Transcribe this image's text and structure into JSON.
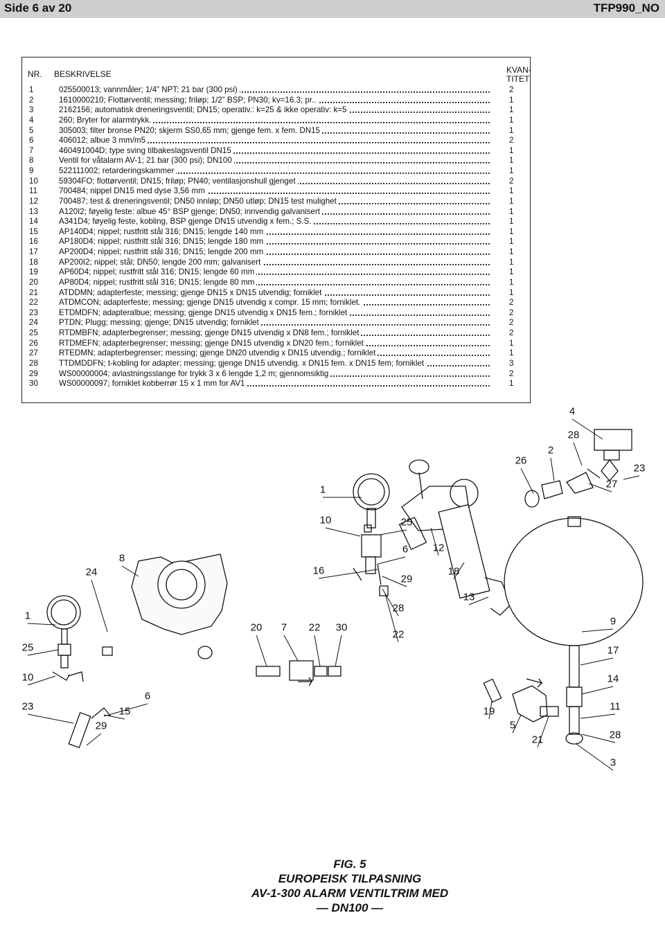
{
  "header": {
    "left": "Side 6 av 20",
    "right": "TFP990_NO"
  },
  "table": {
    "col_no": "NR.",
    "col_desc": "BESKRIVELSE",
    "col_qty_1": "KVAN-",
    "col_qty_2": "TITET",
    "rows": [
      {
        "no": "1",
        "desc": "025500013; vannmåler; 1/4” NPT; 21 bar (300 psi)",
        "qty": "2"
      },
      {
        "no": "2",
        "desc": "1610000210; Flottørventil; messing; friløp; 1/2” BSP; PN30; kv=16.3; pr..",
        "qty": "1"
      },
      {
        "no": "3",
        "desc": "2162156; automatisk dreneringsventil; DN15; operativ.: k=25 & ikke operativ: k=5",
        "qty": "1"
      },
      {
        "no": "4",
        "desc": "260; Bryter for alarmtrykk.",
        "qty": "1"
      },
      {
        "no": "5",
        "desc": "305003; filter bronse PN20; skjerm SS0,65 mm; gjenge fem. x fem. DN15",
        "qty": "1"
      },
      {
        "no": "6",
        "desc": "406012; albue 3 mm/m5",
        "qty": "2"
      },
      {
        "no": "7",
        "desc": "460491004D; type sving tilbakeslagsventil DN15",
        "qty": "1"
      },
      {
        "no": "8",
        "desc": "Ventil for våtalarm AV-1; 21 bar (300 psi); DN100",
        "qty": "1"
      },
      {
        "no": "9",
        "desc": "522111002; retarderingskammer",
        "qty": "1"
      },
      {
        "no": "10",
        "desc": "59304FO; flottørventil; DN15; friløp; PN40; ventilasjonshull gjenget",
        "qty": "2"
      },
      {
        "no": "11",
        "desc": "700484; nippel DN15 med dyse 3,56 mm",
        "qty": "1"
      },
      {
        "no": "12",
        "desc": "700487; test & dreneringsventil; DN50 innløp; DN50 utløp; DN15 test mulighet",
        "qty": "1"
      },
      {
        "no": "13",
        "desc": "A120I2; føyelig feste: albue 45° BSP gjenge; DN50; innvendig galvanisert",
        "qty": "1"
      },
      {
        "no": "14",
        "desc": "A341D4; føyelig feste, kobling, BSP gjenge DN15 utvendig x fem.; S.S.",
        "qty": "1"
      },
      {
        "no": "15",
        "desc": "AP140D4; nippel; rustfritt stål 316; DN15; lengde 140 mm",
        "qty": "1"
      },
      {
        "no": "16",
        "desc": "AP180D4; nippel; rustfritt stål 316; DN15; lengde 180 mm",
        "qty": "1"
      },
      {
        "no": "17",
        "desc": "AP200D4; nippel; rustfritt stål 316; DN15; lengde 200 mm",
        "qty": "1"
      },
      {
        "no": "18",
        "desc": "AP200I2; nippel; stål; DN50; lengde 200 mm; galvanisert",
        "qty": "1"
      },
      {
        "no": "19",
        "desc": "AP60D4; nippel; rustfritt stål 316; DN15; lengde 60 mm",
        "qty": "1"
      },
      {
        "no": "20",
        "desc": "AP80D4; nippel; rustfritt stål 316; DN15; lengde 80 mm",
        "qty": "1"
      },
      {
        "no": "21",
        "desc": "ATDDMN; adapterfeste; messing; gjenge DN15 x DN15 utvendig; forniklet",
        "qty": "1"
      },
      {
        "no": "22",
        "desc": "ATDMCON; adapterfeste; messing; gjenge DN15 utvendig x compr. 15 mm; forniklet.",
        "qty": "2"
      },
      {
        "no": "23",
        "desc": "ETDMDFN; adapteralbue; messing; gjenge DN15 utvendig x DN15 fem.; forniklet",
        "qty": "2"
      },
      {
        "no": "24",
        "desc": "PTDN; Plugg; messing; gjenge; DN15 utvendig; forniklet",
        "qty": "2"
      },
      {
        "no": "25",
        "desc": "RTDMBFN; adapterbegrenser; messing; gjenge DN15 utvendig x DN8 fem.; forniklet",
        "qty": "2"
      },
      {
        "no": "26",
        "desc": "RTDMEFN; adapterbegrenser; messing; gjenge DN15 utvendig x DN20 fem.; forniklet",
        "qty": "1"
      },
      {
        "no": "27",
        "desc": "RTEDMN; adapterbegrenser; messing; gjenge DN20 utvendig x DN15 utvendig.; forniklet",
        "qty": "1"
      },
      {
        "no": "28",
        "desc": "TTDMDDFN; t-kobling for adapter; messing; gjenge DN15 utvendig. x DN15 fem. x DN15 fem; forniklet",
        "qty": "3"
      },
      {
        "no": "29",
        "desc": "WS00000004; avlastningsslange for trykk 3 x 6  lengde 1,2 m; gjennomsiktig",
        "qty": "2"
      },
      {
        "no": "30",
        "desc": "WS00000097; forniklet kobberrør 15 x 1 mm for AV1",
        "qty": "1"
      }
    ]
  },
  "callouts": [
    "4",
    "28",
    "2",
    "26",
    "23",
    "27",
    "1",
    "10",
    "25",
    "6",
    "12",
    "8",
    "24",
    "16",
    "18",
    "29",
    "13",
    "28",
    "1",
    "20",
    "7",
    "22",
    "30",
    "22",
    "9",
    "25",
    "17",
    "10",
    "14",
    "6",
    "23",
    "15",
    "11",
    "19",
    "29",
    "5",
    "28",
    "21",
    "3"
  ],
  "caption": {
    "line1": "FIG. 5",
    "line2": "EUROPEISK TILPASNING",
    "line3": "AV-1-300 ALARM VENTILTRIM MED",
    "line4": "— DN100 —"
  }
}
